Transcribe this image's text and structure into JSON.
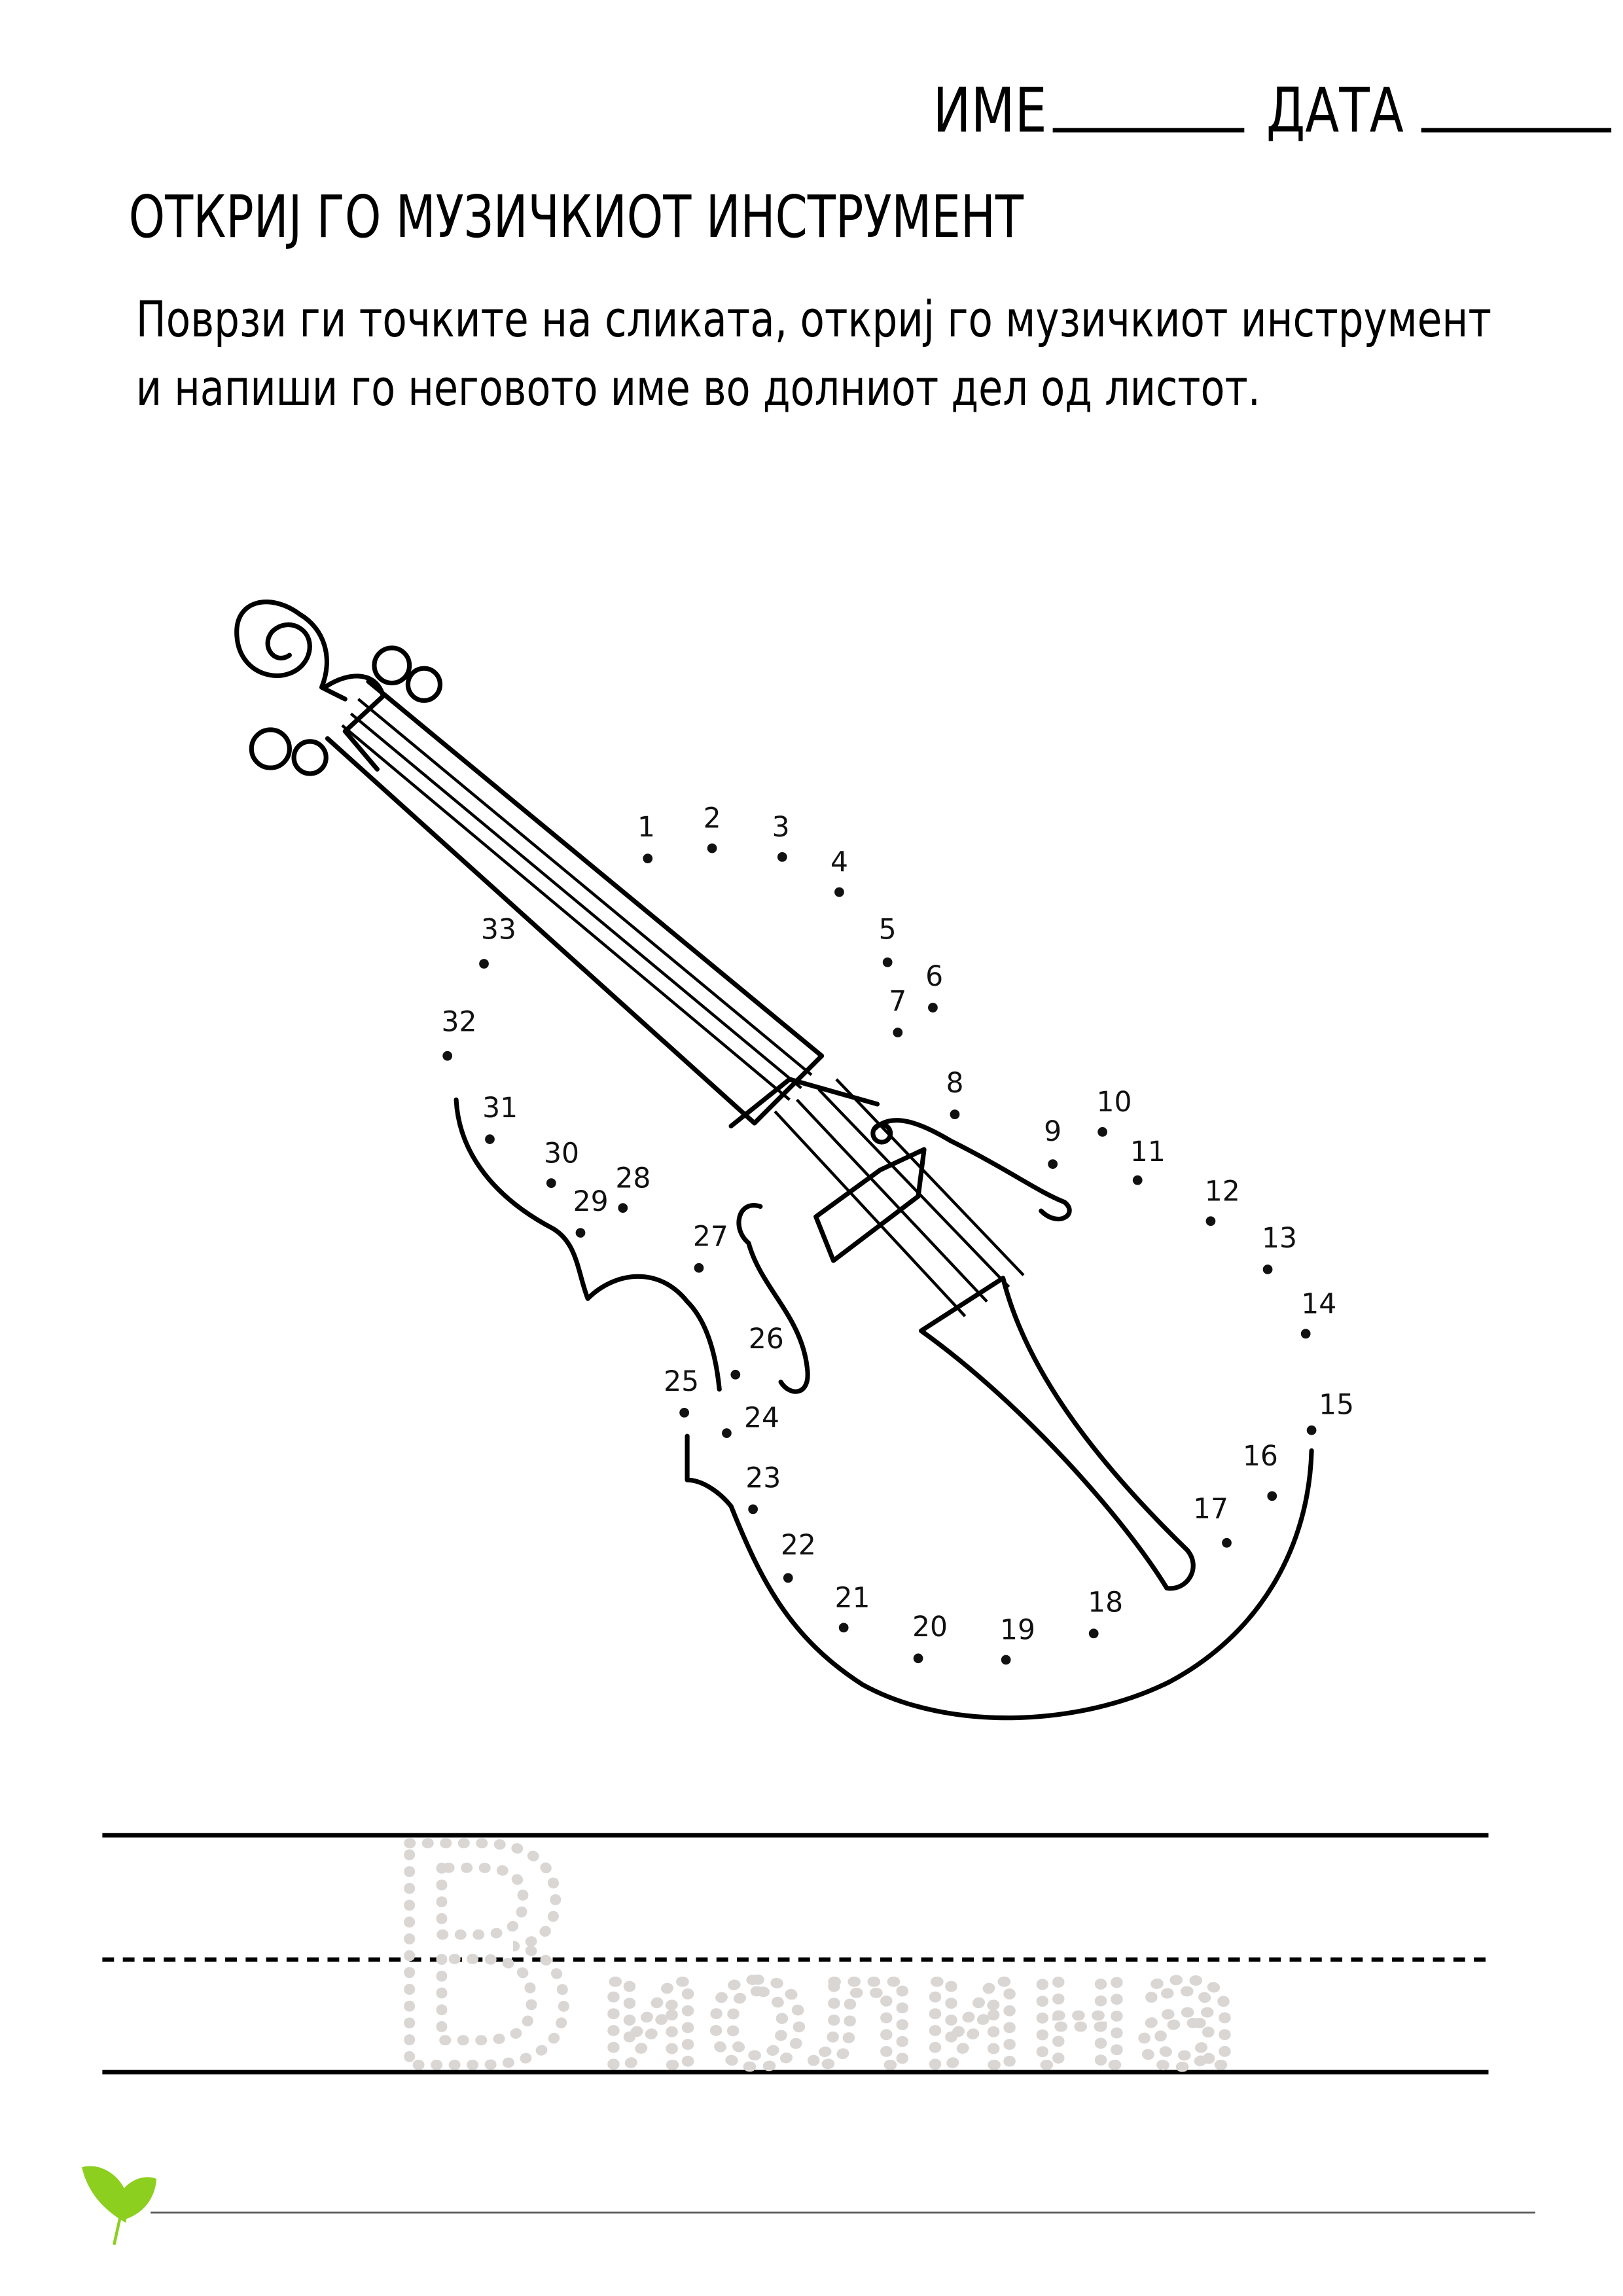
{
  "header": {
    "name_label": "ИМЕ",
    "date_label": "ДАТА"
  },
  "title": "ОТКРИЈ ГО МУЗИЧКИОТ ИНСТРУМЕНТ",
  "instructions": {
    "line1": "Поврзи ги точките на сликата, откриј го музичкиот инструмент",
    "line2": "и напиши го неговото име во долниот дел од листот."
  },
  "dot_numbers": [
    "1",
    "2",
    "3",
    "4",
    "5",
    "6",
    "7",
    "8",
    "9",
    "10",
    "11",
    "12",
    "13",
    "14",
    "15",
    "16",
    "17",
    "18",
    "19",
    "20",
    "21",
    "22",
    "23",
    "24",
    "25",
    "26",
    "27",
    "28",
    "29",
    "30",
    "31",
    "32",
    "33"
  ],
  "tracing_word": {
    "first_letter": "В",
    "rest": "иолина"
  },
  "colors": {
    "leaf": "#8ccf1e",
    "trace": "#d9d6d3"
  },
  "icons": [
    "violin-drawing",
    "leaf-logo-icon"
  ]
}
